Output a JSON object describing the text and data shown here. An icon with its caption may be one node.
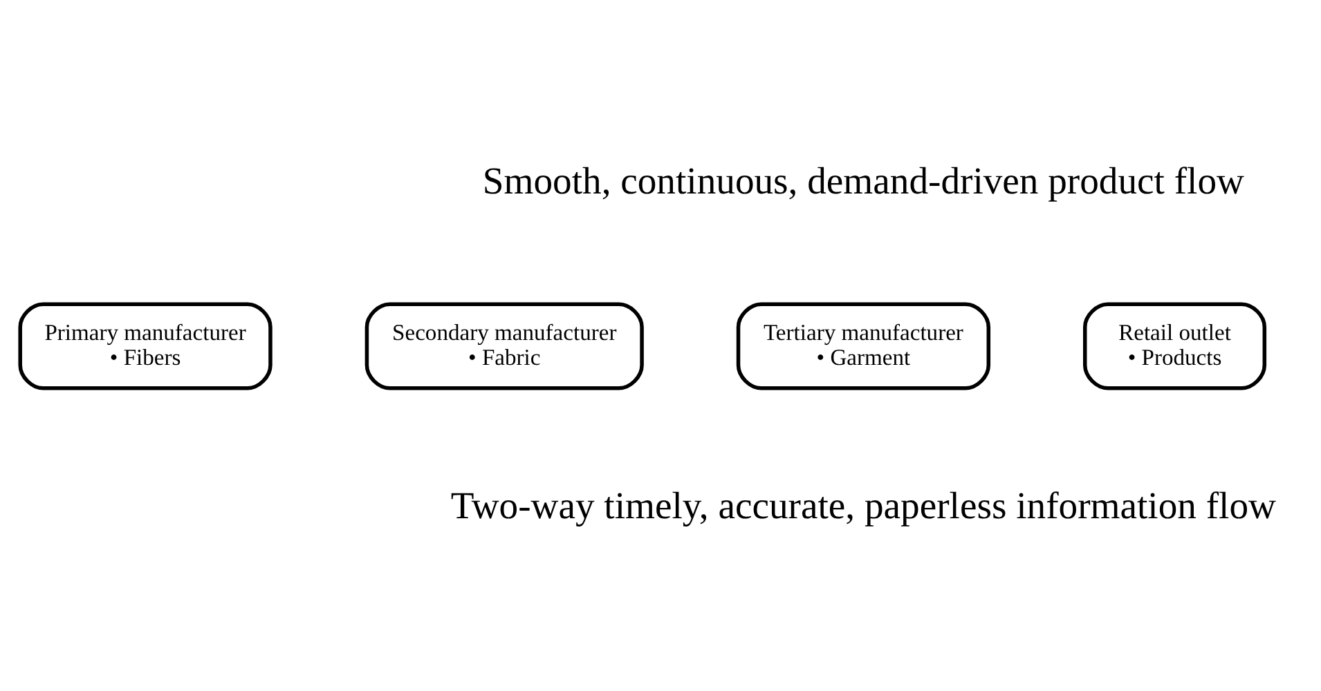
{
  "diagram": {
    "nodes": [
      {
        "text": [
          "Primary manufacturer",
          "• Fibers"
        ]
      },
      {
        "text": [
          "Secondary manufacturer",
          "• Fabric"
        ]
      },
      {
        "text": [
          "Tertiary manufacturer",
          "• Garment"
        ]
      },
      {
        "text": [
          "Retail outlet",
          "• Products"
        ]
      }
    ],
    "labels": [
      "Smooth, continuous, demand-driven product flow",
      "Two-way timely, accurate, paperless information flow"
    ]
  }
}
